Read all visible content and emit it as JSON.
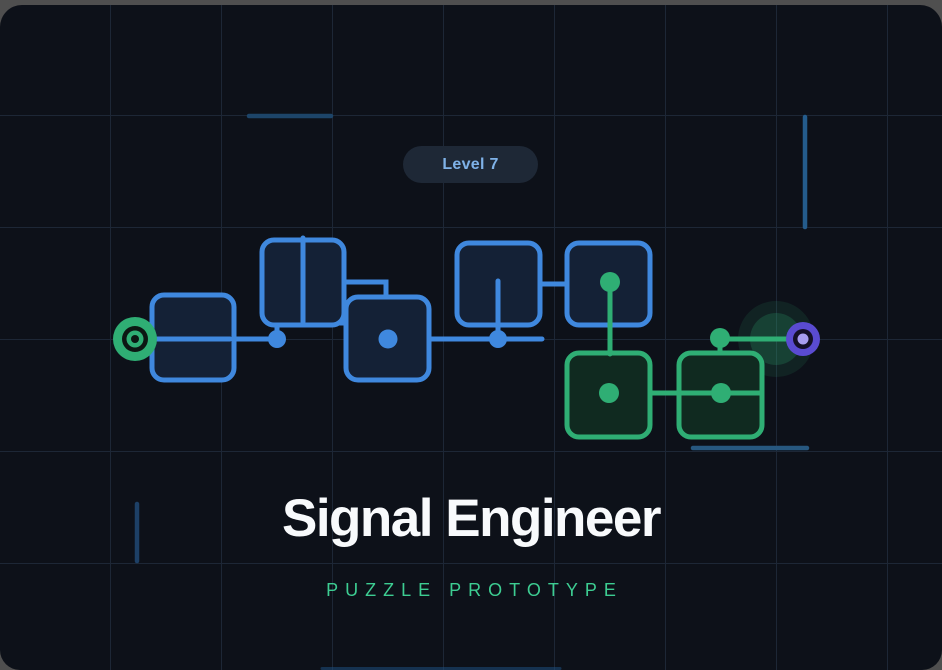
{
  "badge": {
    "label": "Level 7"
  },
  "title": {
    "text": "Signal Engineer"
  },
  "subtitle": {
    "text": "PUZZLE PROTOTYPE"
  },
  "circuit": {
    "source_node": "green-ring-source",
    "target_node": "purple-ring-target",
    "blue_signal_boxes": 5,
    "green_signal_boxes": 2
  },
  "theme": {
    "desktop_bg": "#4f4f4f",
    "card_bg": "#0d1119",
    "grid_line": "#1d2736",
    "wire_blue": "#3f88de",
    "box_blue_fill": "#142136",
    "wire_green": "#2fae74",
    "box_green_fill": "#102a20",
    "node_core_dark": "#0c1713",
    "target_purple": "#5a4bd1",
    "target_ring_dark": "#151028",
    "target_core": "#a89df0",
    "glow_green": "#2fae74",
    "badge_bg": "#1e2836",
    "badge_text": "#7fb2e8",
    "title_color": "#f8fafc",
    "subtitle_color": "#3dcd92",
    "deco_top": "#1d4569",
    "deco_right": "#245c8c",
    "deco_left": "#1d4066",
    "deco_under": "#27587f",
    "deco_bottom": "#1e4f7d"
  }
}
